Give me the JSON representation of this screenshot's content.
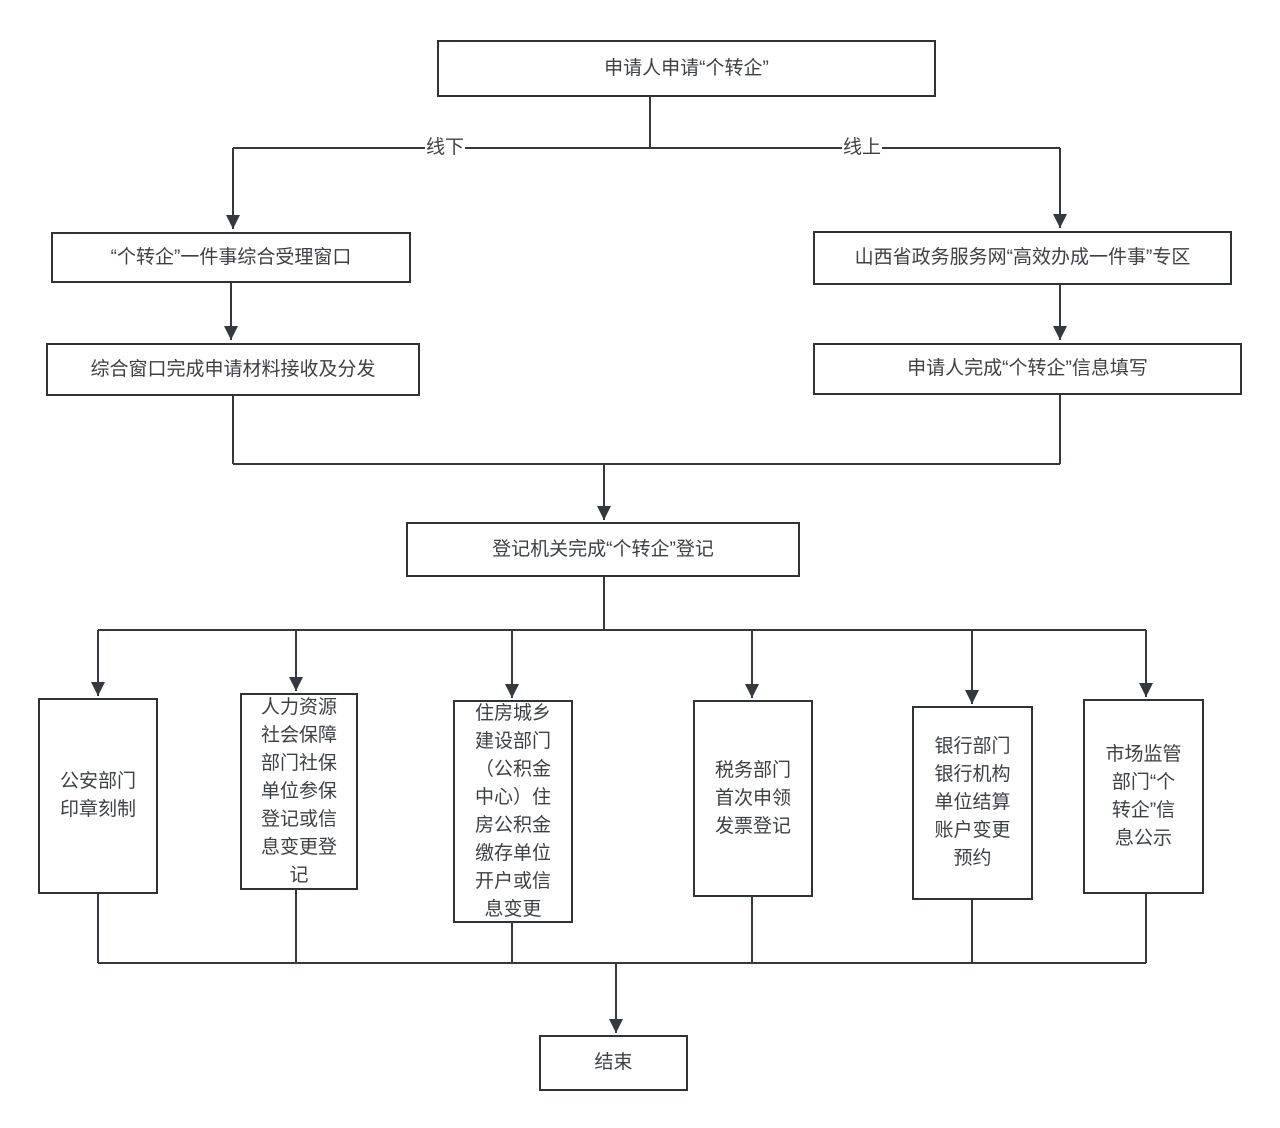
{
  "flowchart": {
    "edge_labels": {
      "offline": "线下",
      "online": "线上"
    },
    "nodes": {
      "apply": {
        "label": "申请人申请“个转企”"
      },
      "offline_window": {
        "label": "“个转企”一件事综合受理窗口"
      },
      "offline_dispatch": {
        "label": "综合窗口完成申请材料接收及分发"
      },
      "online_zone": {
        "label": "山西省政务服务网“高效办成一件事”专区"
      },
      "online_fill": {
        "label": "申请人完成“个转企”信息填写"
      },
      "register": {
        "label": "登记机关完成“个转企”登记"
      },
      "police": {
        "label": "公安部门\n印章刻制"
      },
      "social": {
        "label": "人力资源\n社会保障\n部门社保\n单位参保\n登记或信\n息变更登\n记"
      },
      "housing": {
        "label": "住房城乡\n建设部门\n（公积金\n中心）住\n房公积金\n缴存单位\n开户或信\n息变更"
      },
      "tax": {
        "label": "税务部门\n首次申领\n发票登记"
      },
      "bank": {
        "label": "银行部门\n银行机构\n单位结算\n账户变更\n预约"
      },
      "market": {
        "label": "市场监管\n部门“个\n转企”信\n息公示"
      },
      "end": {
        "label": "结束"
      }
    },
    "colors": {
      "line": "#34393f",
      "border": "#2e3338",
      "text": "#3c4146",
      "background": "#ffffff"
    }
  }
}
